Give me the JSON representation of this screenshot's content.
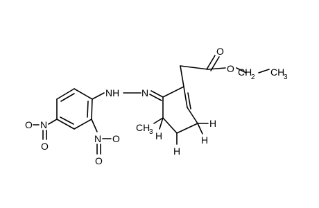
{
  "molecule": {
    "labels": {
      "carbonyl_o": "O",
      "ester_o": "O",
      "ch2": "CH",
      "ch2_sub": "2",
      "ch3_ethyl": "CH",
      "ch3_ethyl_sub": "3",
      "nh": "NH",
      "n_imine": "N",
      "ch3_ring": "CH",
      "ch3_ring_sub": "3",
      "h_ring_c4": "H",
      "h_ring_c5": "H",
      "h_ring_c6": "H",
      "nitro_left_o": "O",
      "nitro_left_n": "N",
      "nitro_left_o2": "O",
      "nitro_right_n": "N",
      "nitro_right_o": "O",
      "nitro_right_o2": "O"
    }
  }
}
